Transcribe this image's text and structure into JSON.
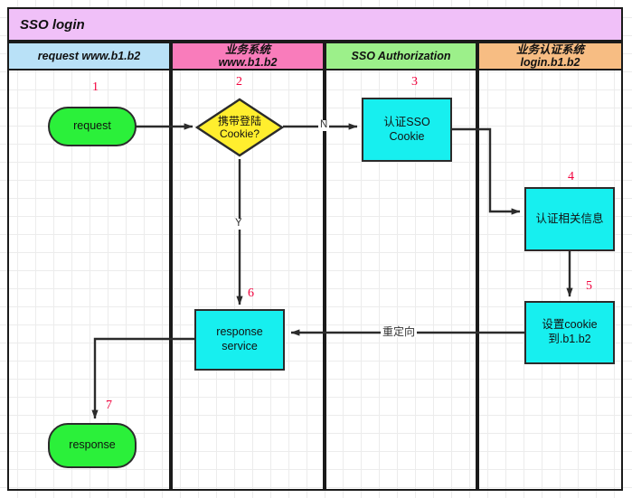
{
  "diagram": {
    "title": "SSO login",
    "lanes": [
      {
        "id": "lane-request",
        "label": "request www.b1.b2",
        "color": "#b9e1f7"
      },
      {
        "id": "lane-business",
        "label": "业务系统\nwww.b1.b2",
        "color": "#f97cbb"
      },
      {
        "id": "lane-sso",
        "label": "SSO Authorization",
        "color": "#9cf08a"
      },
      {
        "id": "lane-auth",
        "label": "业务认证系统\nlogin.b1.b2",
        "color": "#f7bd83"
      }
    ],
    "nodes": [
      {
        "id": "node-request",
        "label": "request",
        "shape": "terminator",
        "color": "#2bf03a",
        "step": "1"
      },
      {
        "id": "node-cookie-check",
        "label": "携带登陆\nCookie?",
        "shape": "diamond",
        "color": "#ffee2e",
        "step": "2"
      },
      {
        "id": "node-verify-sso-cookie",
        "label": "认证SSO\nCookie",
        "shape": "process",
        "color": "#17efef",
        "step": "3"
      },
      {
        "id": "node-auth-info",
        "label": "认证相关信息",
        "shape": "process",
        "color": "#17efef",
        "step": "4"
      },
      {
        "id": "node-set-cookie",
        "label": "设置cookie\n到.b1.b2",
        "shape": "process",
        "color": "#17efef",
        "step": "5"
      },
      {
        "id": "node-response-service",
        "label": "response\nservice",
        "shape": "process",
        "color": "#17efef",
        "step": "6"
      },
      {
        "id": "node-response",
        "label": "response",
        "shape": "terminator",
        "color": "#2bf03a",
        "step": "7"
      }
    ],
    "edge_labels": {
      "no_branch": "N",
      "yes_branch": "Y",
      "redirect": "重定向"
    }
  }
}
